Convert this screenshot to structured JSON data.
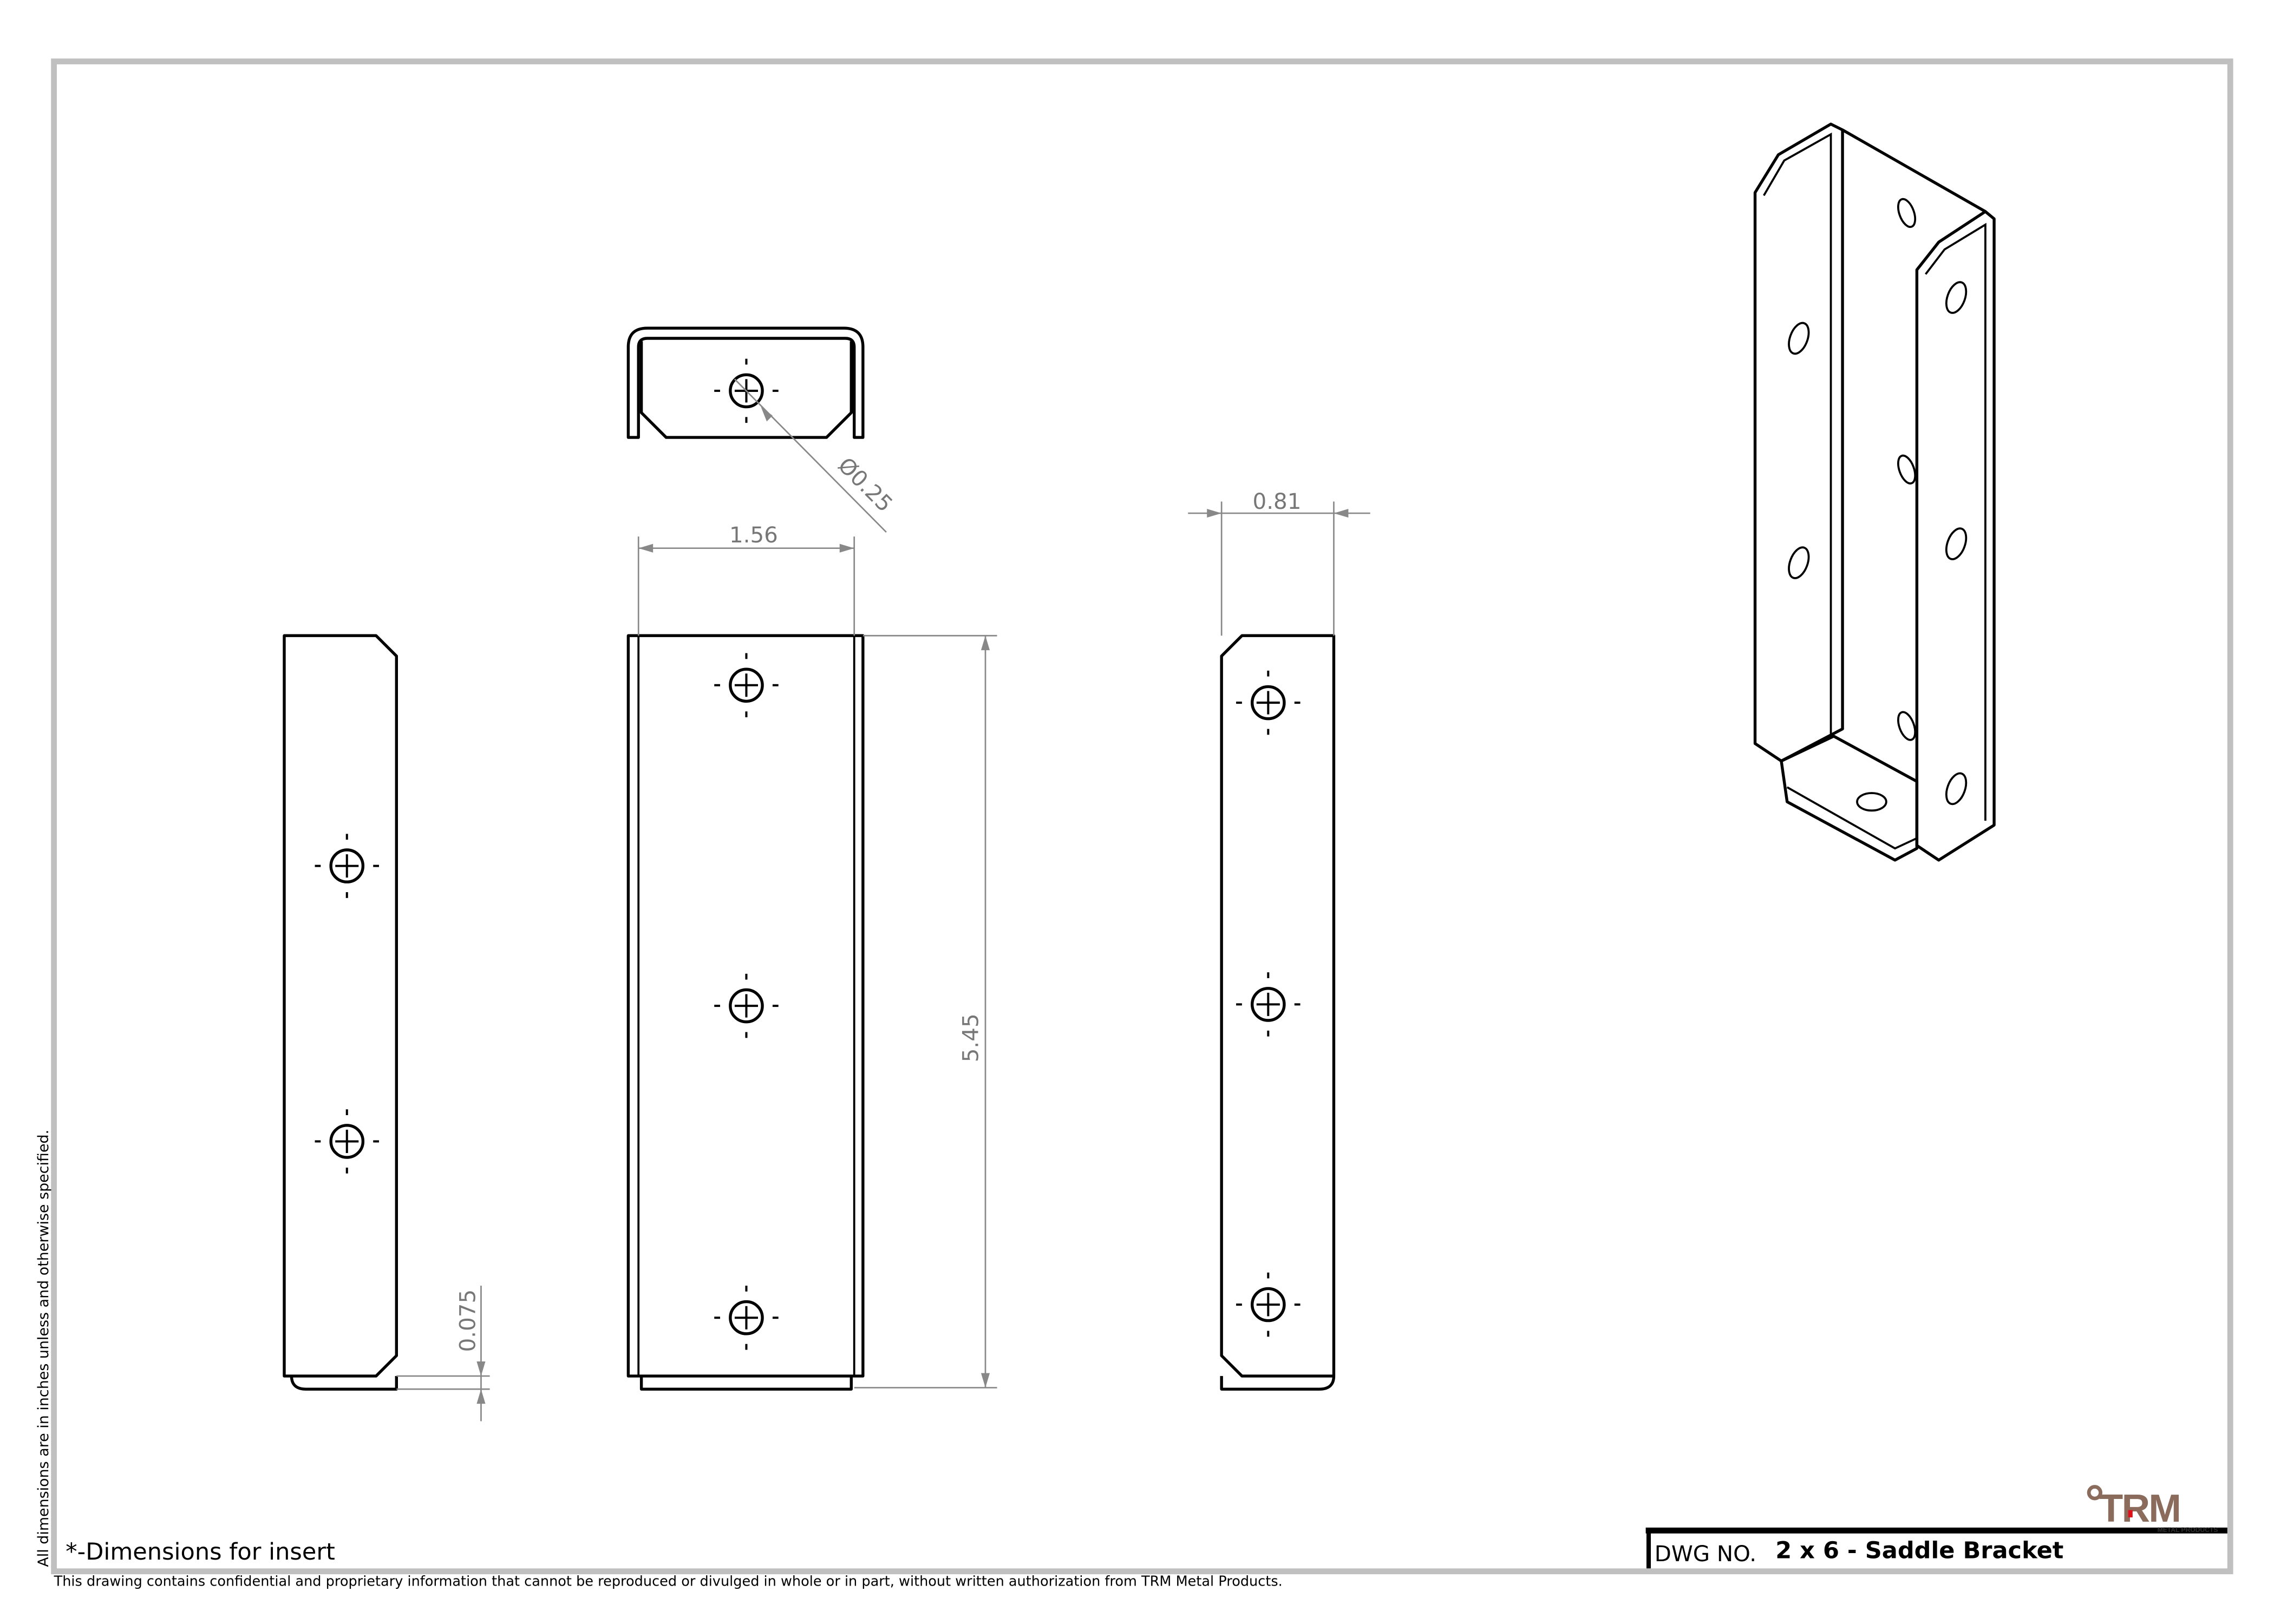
{
  "drawing": {
    "dimensions": {
      "width_front": "1.56",
      "height_front": "5.45",
      "width_side": "0.81",
      "thickness": "0.075",
      "hole_diameter": "Ø0.25"
    },
    "notes": {
      "units_note": "All dimensions are in inches unless and otherwise specified.",
      "insert_note": "*-Dimensions for insert",
      "confidentiality": "This drawing contains confidential and proprietary information that cannot be reproduced or divulged in whole or in part, without written authorization from TRM Metal Products."
    },
    "title_block": {
      "dwg_label": "DWG NO.",
      "dwg_title": "2 x 6 - Saddle Bracket"
    },
    "logo": {
      "text": "TRM",
      "subtext": "METAL PRODUCTS",
      "color": "#8a6b5c",
      "accent": "#e0101a"
    },
    "colors": {
      "border": "#c0c0c0",
      "dimension": "#888888"
    }
  }
}
